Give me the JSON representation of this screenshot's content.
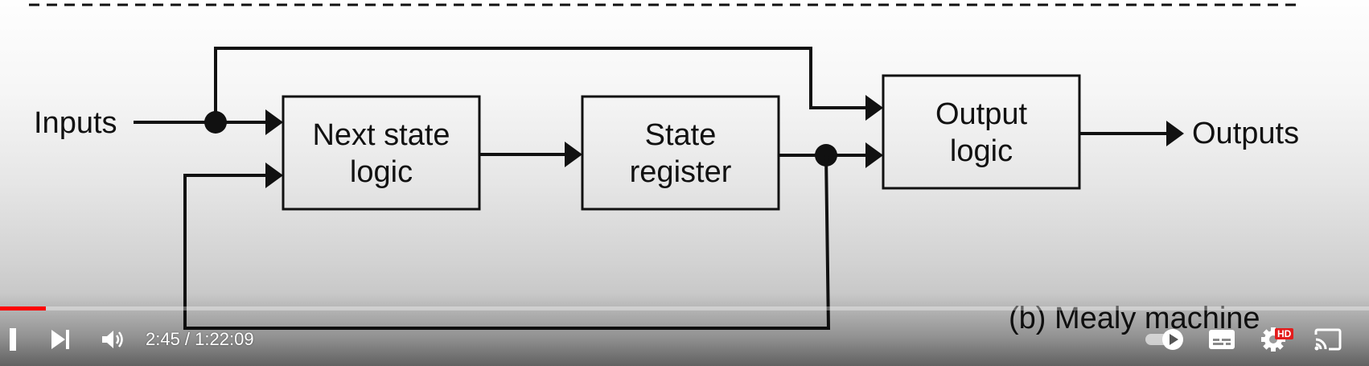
{
  "diagram": {
    "inputs_label": "Inputs",
    "next_state_line1": "Next state",
    "next_state_line2": "logic",
    "state_register_line1": "State",
    "state_register_line2": "register",
    "output_logic_line1": "Output",
    "output_logic_line2": "logic",
    "outputs_label": "Outputs",
    "caption": "(b) Mealy machine"
  },
  "player": {
    "time_current": "2:45",
    "time_separator": " / ",
    "time_total": "1:22:09",
    "time_text": "2:45 / 1:22:09",
    "progress_fraction": 0.0335,
    "hd_label": "HD",
    "progress_color": "#ff0000",
    "icons": [
      "play-icon",
      "next-icon",
      "volume-icon",
      "autoplay-toggle-icon",
      "subtitles-icon",
      "settings-icon",
      "cast-icon"
    ]
  }
}
